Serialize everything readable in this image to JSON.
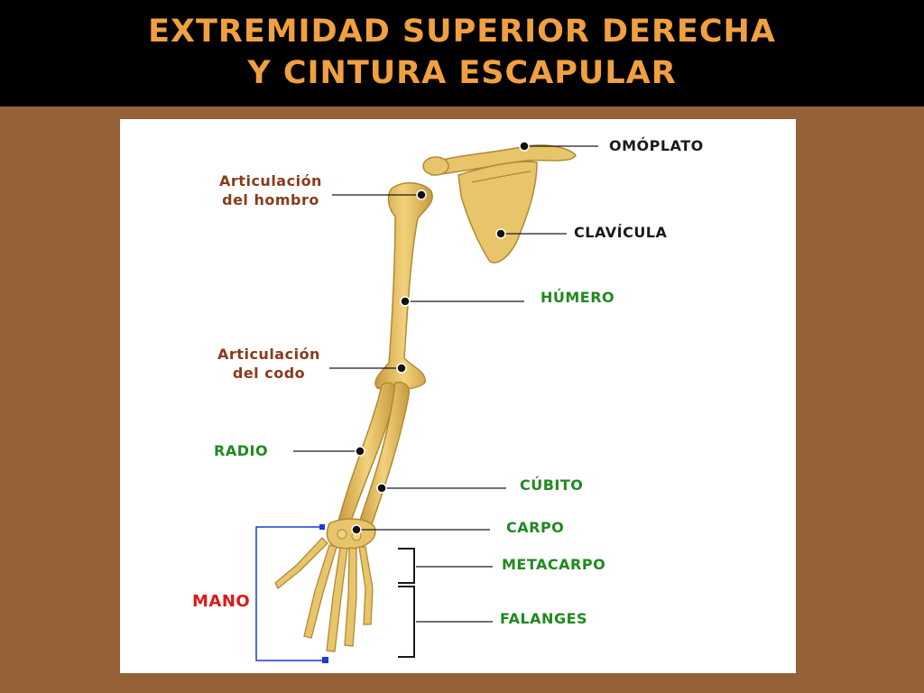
{
  "title": {
    "line1": "EXTREMIDAD SUPERIOR DERECHA",
    "line2": "Y CINTURA ESCAPULAR"
  },
  "labels": {
    "omoplato": "OMÓPLATO",
    "clavicula": "CLAVÍCULA",
    "humero": "HÚMERO",
    "cubito": "CÚBITO",
    "carpo": "CARPO",
    "metacarpo": "METACARPO",
    "falanges": "FALANGES",
    "radio": "RADIO",
    "mano": "MANO",
    "art_hombro_1": "Articulación",
    "art_hombro_2": "del hombro",
    "art_codo_1": "Articulación",
    "art_codo_2": "del codo"
  },
  "colors": {
    "bone": "#e8c46a",
    "bone_outline": "#b08a35",
    "header_text": "#f0a040",
    "label_green": "#1f8a1f",
    "label_brown": "#8b3a1a",
    "label_red": "#e01818",
    "bracket_blue": "#1a3ad8"
  }
}
